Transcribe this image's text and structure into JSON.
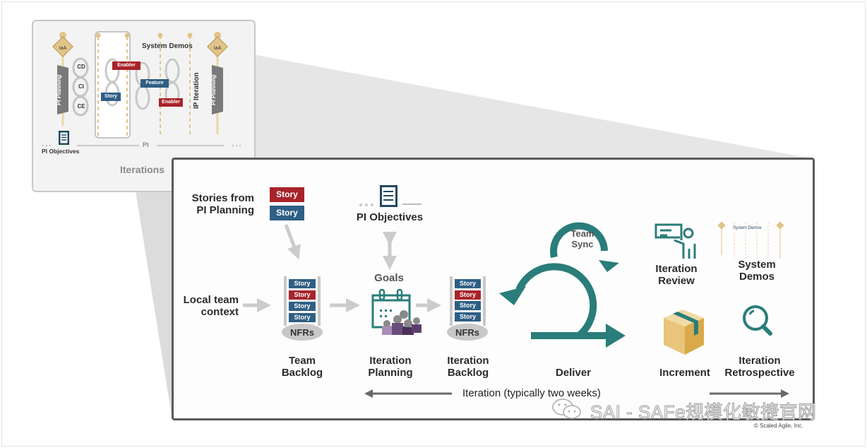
{
  "colors": {
    "teal": "#2a7d7a",
    "story_red": "#a8232a",
    "story_blue": "#2f5f84",
    "gold": "#e2c48a",
    "grey_arrow": "#cccccc",
    "purple": "#6b4d7c"
  },
  "mini": {
    "pi_planning_left": "PI Planning",
    "pi_planning_right": "PI Planning",
    "loops": [
      "CD",
      "CI",
      "CE"
    ],
    "system_demos": "System Demos",
    "enabler_1": "Enabler",
    "story": "Story",
    "feature": "Feature",
    "enabler_2": "Enabler",
    "ip_iteration": "IP Iteration",
    "pi_objectives": "PI Objectives",
    "pi": "PI",
    "iterations": "Iterations"
  },
  "main": {
    "stories_from_pi_planning": [
      "Stories from",
      "PI Planning"
    ],
    "incoming_stories": [
      {
        "label": "Story",
        "color": "red"
      },
      {
        "label": "Story",
        "color": "blue"
      }
    ],
    "pi_objectives": "PI Objectives",
    "goals": "Goals",
    "local_team_context": [
      "Local team",
      "context"
    ],
    "team_backlog": {
      "stories": [
        {
          "label": "Story",
          "color": "blue"
        },
        {
          "label": "Story",
          "color": "red"
        },
        {
          "label": "Story",
          "color": "blue"
        },
        {
          "label": "Story",
          "color": "blue"
        }
      ],
      "base": "NFRs",
      "title": [
        "Team",
        "Backlog"
      ]
    },
    "iteration_planning": [
      "Iteration",
      "Planning"
    ],
    "iteration_backlog": {
      "stories": [
        {
          "label": "Story",
          "color": "blue"
        },
        {
          "label": "Story",
          "color": "red"
        },
        {
          "label": "Story",
          "color": "blue"
        },
        {
          "label": "Story",
          "color": "blue"
        }
      ],
      "base": "NFRs",
      "title": [
        "Iteration",
        "Backlog"
      ]
    },
    "team_sync": [
      "Team",
      "Sync"
    ],
    "deliver": "Deliver",
    "iteration_review": [
      "Iteration",
      "Review"
    ],
    "system_demos": [
      "System",
      "Demos"
    ],
    "system_demos_mini": "System Demos",
    "increment": "Increment",
    "iteration_retrospective": [
      "Iteration",
      "Retrospective"
    ],
    "iteration_span": "Iteration (typically two weeks)"
  },
  "watermark": "SAI - SAFe规模化敏捷官网",
  "copyright": "© Scaled Agile, Inc."
}
